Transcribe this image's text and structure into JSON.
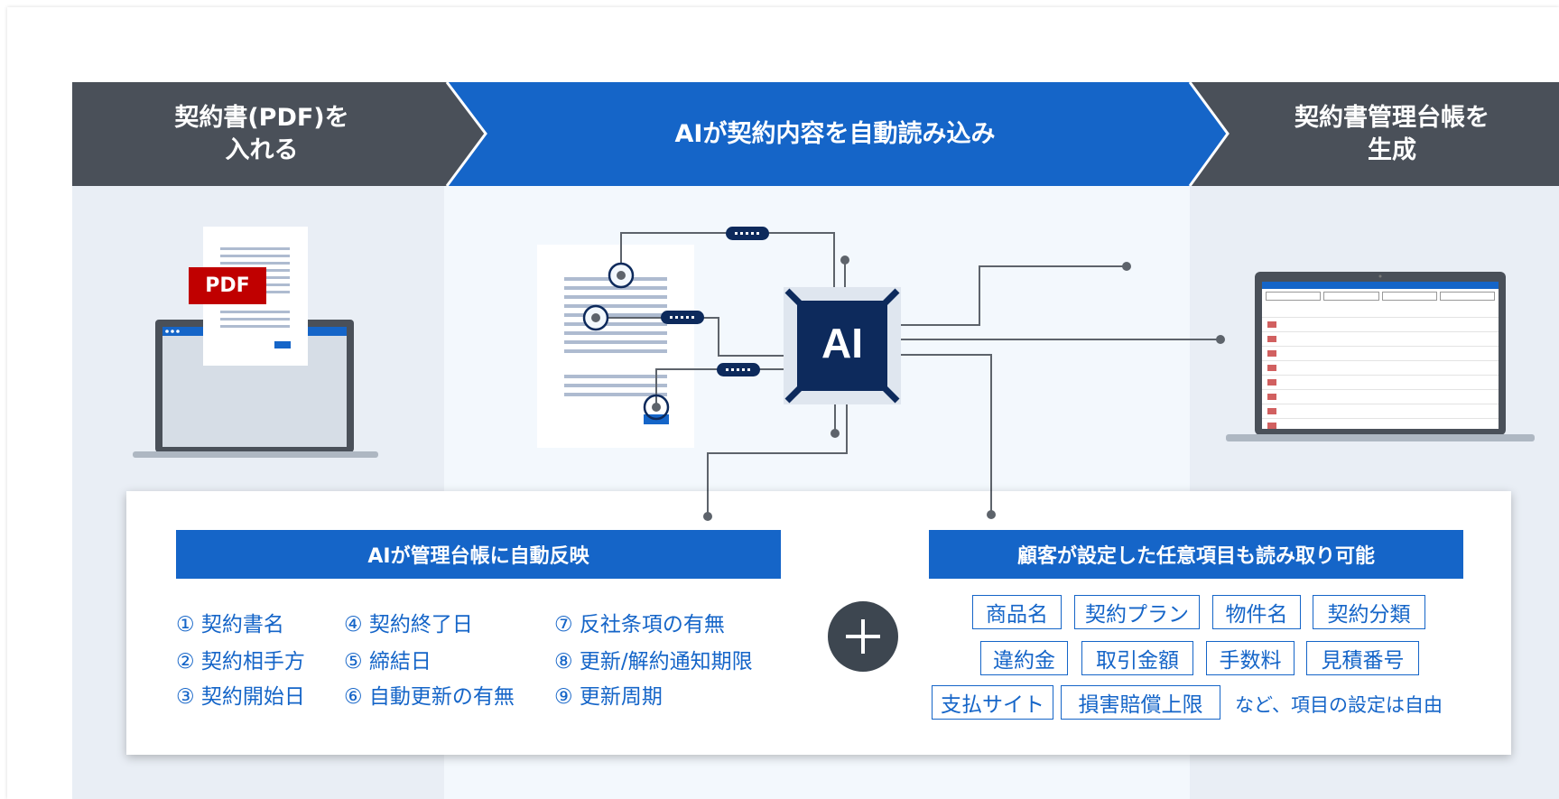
{
  "header": {
    "step1": [
      "契約書(PDF)を",
      "入れる"
    ],
    "step2": "AIが契約内容を自動読み込み",
    "step3": [
      "契約書管理台帳を",
      "生成"
    ]
  },
  "illustration": {
    "pdf_label": "PDF",
    "ai_chip_label": "AI"
  },
  "panel": {
    "left_bar": "AIが管理台帳に自動反映",
    "items": [
      "① 契約書名",
      "④ 契約終了日",
      "⑦ 反社条項の有無",
      "② 契約相手方",
      "⑤ 締結日",
      "⑧ 更新/解約通知期限",
      "③ 契約開始日",
      "⑥ 自動更新の有無",
      "⑨ 更新周期"
    ],
    "right_bar": "顧客が設定した任意項目も読み取り可能",
    "tags": [
      "商品名",
      "契約プラン",
      "物件名",
      "契約分類",
      "違約金",
      "取引金額",
      "手数料",
      "見積番号",
      "支払サイト",
      "損害賠償上限"
    ],
    "note": "など、項目の設定は自由"
  },
  "colors": {
    "header_dark": "#4a5059",
    "header_blue": "#1565c8",
    "text_blue": "#1565c8",
    "chip_navy": "#0d2a5c",
    "pdf_red": "#c00000"
  }
}
